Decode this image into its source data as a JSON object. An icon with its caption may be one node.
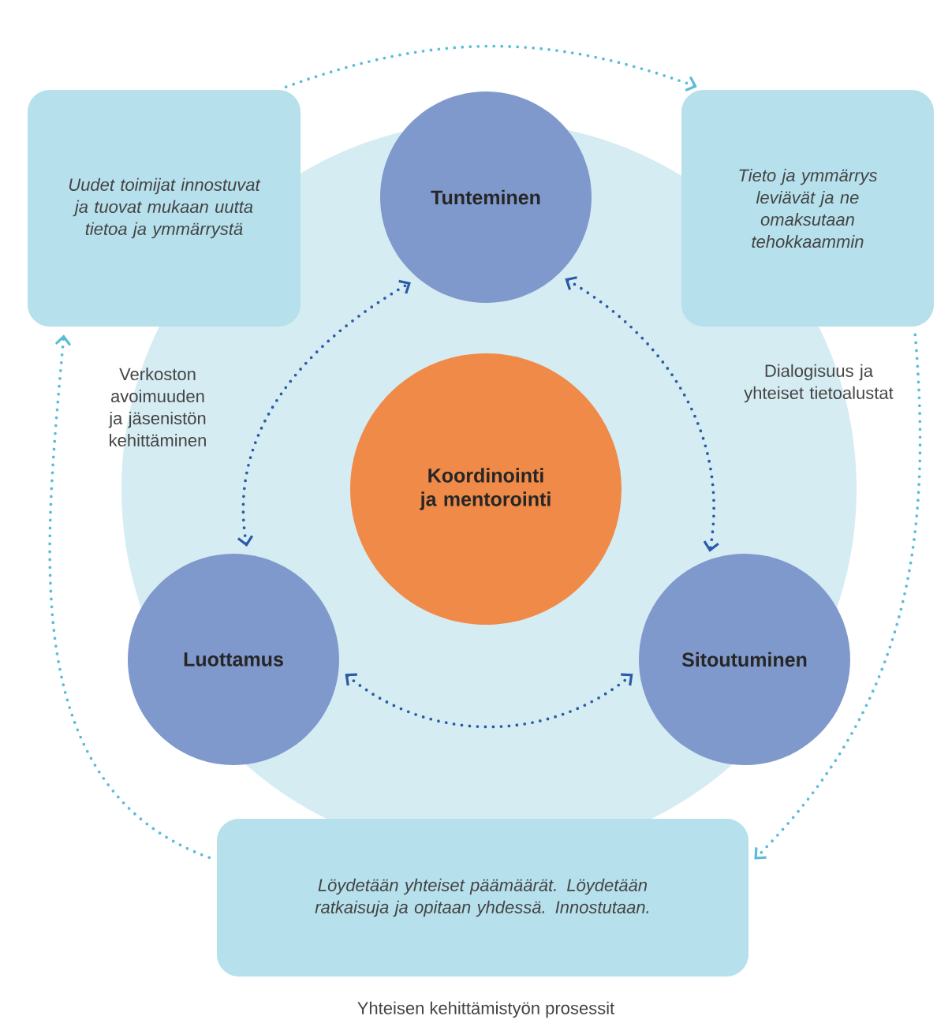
{
  "diagram": {
    "caption": "Yhteisen kehittämistyön prosessit",
    "nodes": [
      {
        "text": [
          "Uudet toimijat innostuvat ja tuovat mukaan uutta tietoa ja ymmärrystä"
        ]
      },
      {
        "text": [
          "Tunteminen"
        ]
      },
      {
        "text": [
          "Tieto ja ymmärrys leviävät ja ne omaksutaan tehokkaammin"
        ]
      },
      {
        "text": [
          "Koordinointi ja mentorointi"
        ]
      },
      {
        "text": [
          "Luottamus"
        ]
      },
      {
        "text": [
          "Sitoutuminen"
        ]
      },
      {
        "text": [
          "Löydetään yhteiset päämäärät. Löydetään ratkaisuja ja opitaan yhdessä. Innostutaan."
        ]
      }
    ],
    "edges": [
      {
        "from": 0,
        "to": 2,
        "arrow": "to",
        "color": "#5bbcd9"
      },
      {
        "from": 2,
        "to": 6,
        "arrow": "to",
        "color": "#5bbcd9"
      },
      {
        "from": 6,
        "to": 0,
        "arrow": "to",
        "color": "#5bbcd9"
      },
      {
        "from": 4,
        "to": 1,
        "arrow": "both",
        "color": "#2a5aa8"
      },
      {
        "from": 1,
        "to": 5,
        "arrow": "both",
        "color": "#2a5aa8"
      },
      {
        "from": 4,
        "to": 5,
        "arrow": "both",
        "color": "#2a5aa8"
      }
    ],
    "labels": [
      "Verkoston avoimuuden ja jäsenistön kehittäminen",
      "Dialogisuus ja yhteiset tietoalustat"
    ]
  }
}
